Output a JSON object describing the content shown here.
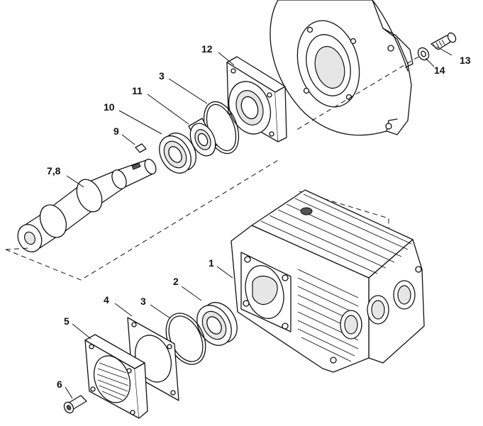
{
  "callouts": [
    {
      "id": "c1",
      "text": "1"
    },
    {
      "id": "c2",
      "text": "2"
    },
    {
      "id": "c3a",
      "text": "3"
    },
    {
      "id": "c3b",
      "text": "3"
    },
    {
      "id": "c4",
      "text": "4"
    },
    {
      "id": "c5",
      "text": "5"
    },
    {
      "id": "c6",
      "text": "6"
    },
    {
      "id": "c78",
      "text": "7,8"
    },
    {
      "id": "c9",
      "text": "9"
    },
    {
      "id": "c10",
      "text": "10"
    },
    {
      "id": "c11",
      "text": "11"
    },
    {
      "id": "c12",
      "text": "12"
    },
    {
      "id": "c13",
      "text": "13"
    },
    {
      "id": "c14",
      "text": "14"
    }
  ]
}
